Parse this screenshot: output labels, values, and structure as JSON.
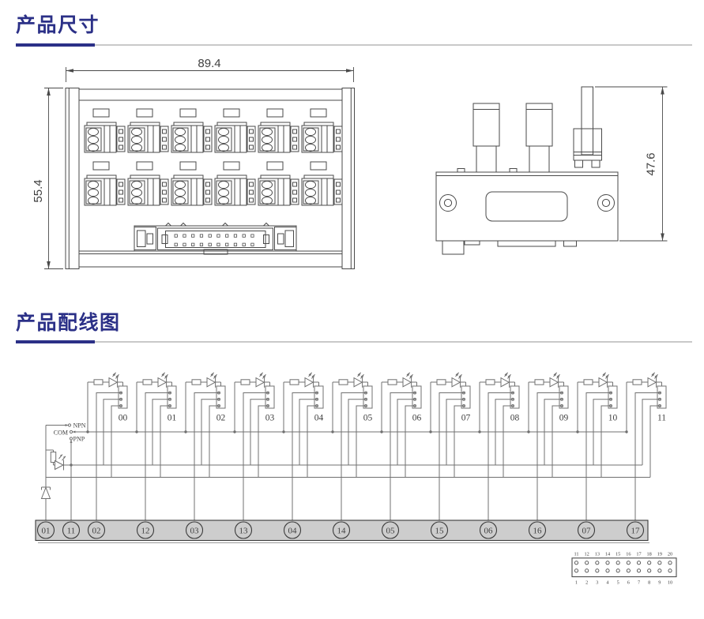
{
  "colors": {
    "header_accent": "#2b3087",
    "underline_gray": "#c9c9c9",
    "drawing_stroke": "#4a4a4a",
    "wire_stroke": "#707070",
    "strip_fill": "#cdcdcd",
    "strip_stroke": "#3a3a3a"
  },
  "dimensions_section": {
    "title": "产品尺寸",
    "front_view": {
      "width": "89.4",
      "height": "55.4"
    },
    "side_view": {
      "height": "47.6"
    }
  },
  "wiring_section": {
    "title": "产品配线图",
    "common_labels": {
      "npn": "NPN",
      "com": "COM",
      "pnp": "PNP"
    },
    "channel_labels": [
      "00",
      "01",
      "02",
      "03",
      "04",
      "05",
      "06",
      "07",
      "08",
      "09",
      "10",
      "11"
    ],
    "terminal_labels": [
      "01",
      "11",
      "02",
      "12",
      "03",
      "13",
      "04",
      "14",
      "05",
      "15",
      "06",
      "16",
      "07",
      "17"
    ],
    "idc_connector": {
      "top_row": [
        "11",
        "12",
        "13",
        "14",
        "15",
        "16",
        "17",
        "18",
        "19",
        "20"
      ],
      "bottom_row": [
        "1",
        "2",
        "3",
        "4",
        "5",
        "6",
        "7",
        "8",
        "9",
        "10"
      ]
    }
  }
}
